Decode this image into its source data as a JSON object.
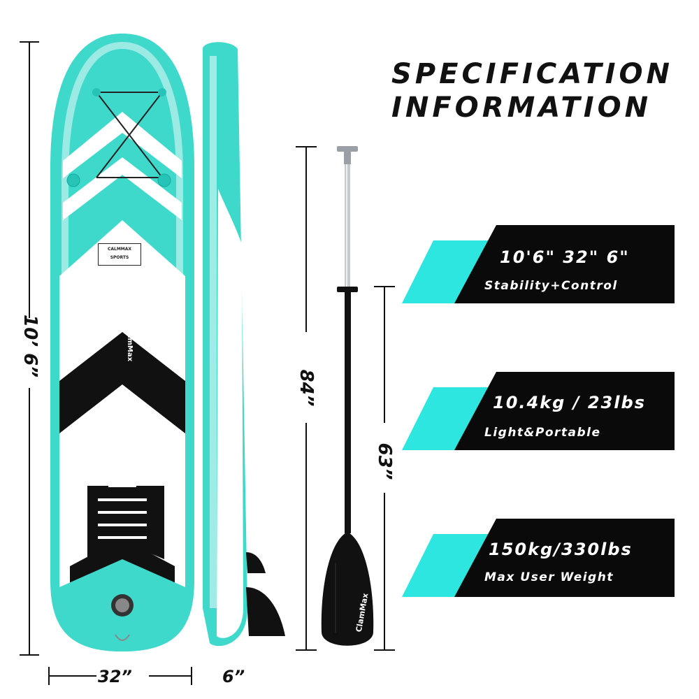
{
  "heading": {
    "line1": "SPECIFICATION",
    "line2": "INFORMATION"
  },
  "colors": {
    "accent": "#2ee6e0",
    "board_teal": "#3fd9cc",
    "black": "#0a0a0a"
  },
  "board": {
    "length_label": "10’ 6”",
    "width_label": "32”",
    "thickness_label": "6”",
    "brand_logo_top": "CALMMAX SPORTS",
    "brand_logo_mid": "ClamMax",
    "side_text": "SPORTS"
  },
  "paddle": {
    "full_length_label": "84”",
    "short_length_label": "63”",
    "blade_text": "ClamMax"
  },
  "specs": [
    {
      "main": "10'6\"  32\"  6\"",
      "sub": "Stability+Control"
    },
    {
      "main": "10.4kg / 23lbs",
      "sub": "Light&Portable"
    },
    {
      "main": "150kg/330lbs",
      "sub": "Max User Weight"
    }
  ]
}
